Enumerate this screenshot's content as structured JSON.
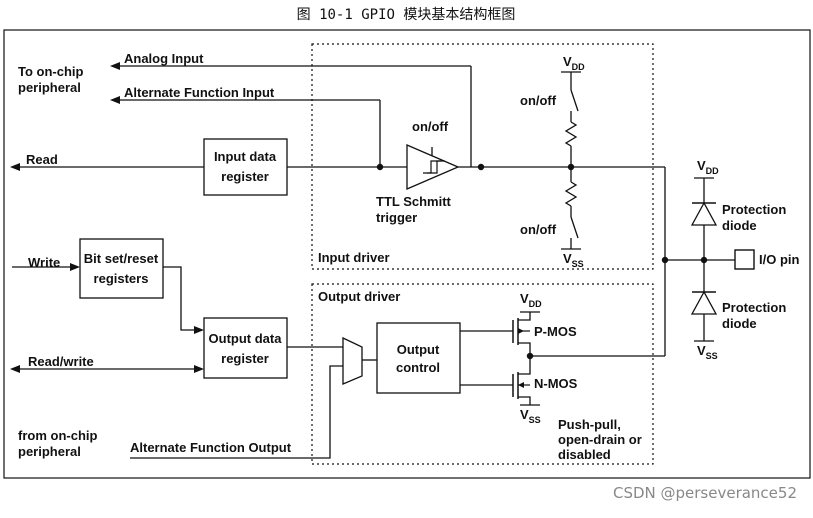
{
  "caption": "图 10-1 GPIO 模块基本结构框图",
  "watermark": "CSDN @perseverance52",
  "signals": {
    "to_onchip_line1": "To on-chip",
    "to_onchip_line2": "peripheral",
    "analog_input": "Analog Input",
    "alt_func_input": "Alternate Function Input",
    "read": "Read",
    "write": "Write",
    "read_write": "Read/write",
    "from_onchip_line1": "from on-chip",
    "from_onchip_line2": "peripheral",
    "alt_func_output": "Alternate Function Output"
  },
  "blocks": {
    "input_data_register": [
      "Input data",
      "register"
    ],
    "bit_set_reset": [
      "Bit set/reset",
      "registers"
    ],
    "output_data_register": [
      "Output data",
      "register"
    ],
    "output_control": [
      "Output",
      "control"
    ]
  },
  "input_driver": {
    "label": "Input driver",
    "on_off": "on/off",
    "schmitt_line1": "TTL Schmitt",
    "schmitt_line2": "trigger"
  },
  "output_driver": {
    "label": "Output driver",
    "pmos": "P-MOS",
    "nmos": "N-MOS",
    "mode_line1": "Push-pull,",
    "mode_line2": "open-drain or",
    "mode_line3": "disabled"
  },
  "rails": {
    "vdd_main": "V",
    "vdd_sub": "DD",
    "vss_main": "V",
    "vss_sub": "SS"
  },
  "protection": {
    "line1": "Protection",
    "line2": "diode",
    "io_pin": "I/O pin"
  }
}
